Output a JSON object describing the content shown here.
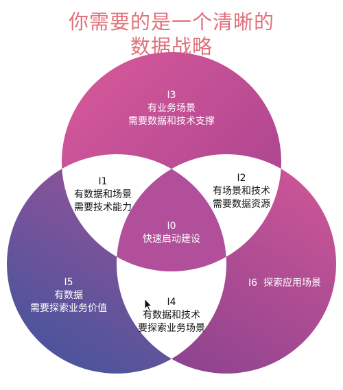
{
  "title": {
    "line1": "你需要的是一个清晰的",
    "line2": "数据战略"
  },
  "colors": {
    "title": "#e0717a",
    "circle_top_light": "#d95a9a",
    "circle_top_dark": "#a2408e",
    "circle_left_light": "#a55298",
    "circle_left_dark": "#45549c",
    "circle_right_light": "#ce5696",
    "circle_right_dark": "#8a428f",
    "overlap_white": "#ffffff"
  },
  "regions": {
    "i3": {
      "id": "I3",
      "lines": [
        "有业务场景",
        "需要数据和技术支撑"
      ]
    },
    "i1": {
      "id": "I1",
      "lines": [
        "有数据和场景",
        "需要技术能力"
      ]
    },
    "i2": {
      "id": "I2",
      "lines": [
        "有场景和技术",
        "需要数据资源"
      ]
    },
    "i0": {
      "id": "I0",
      "lines": [
        "快速启动建设"
      ]
    },
    "i5": {
      "id": "I5",
      "lines": [
        "有数据",
        "需要探索业务价值"
      ]
    },
    "i6": {
      "id": "I6",
      "lines": [
        "探索应用场景"
      ]
    },
    "i4": {
      "id": "I4",
      "lines": [
        "有数据和技术",
        "要探索业务场景"
      ]
    }
  }
}
